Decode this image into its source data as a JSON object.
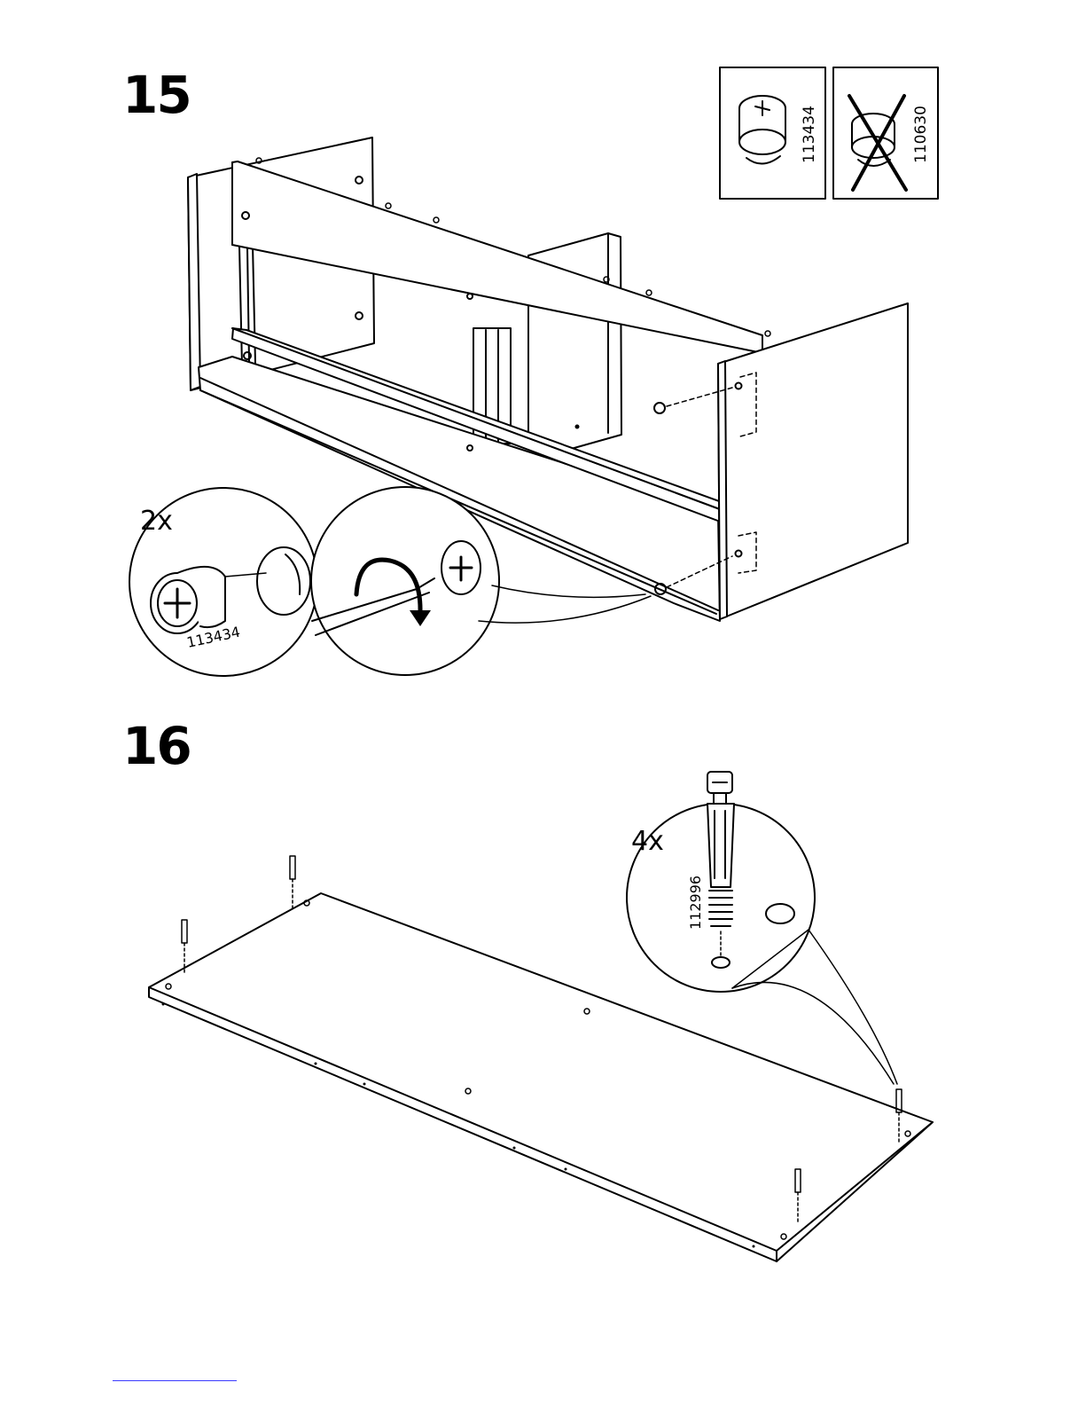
{
  "steps": [
    {
      "number": "15",
      "quantity": "2x",
      "part_number": "113434",
      "reference_parts": [
        {
          "part_number": "113434",
          "status": "correct"
        },
        {
          "part_number": "110630",
          "status": "incorrect"
        }
      ]
    },
    {
      "number": "16",
      "quantity": "4x",
      "part_number": "112996"
    }
  ]
}
